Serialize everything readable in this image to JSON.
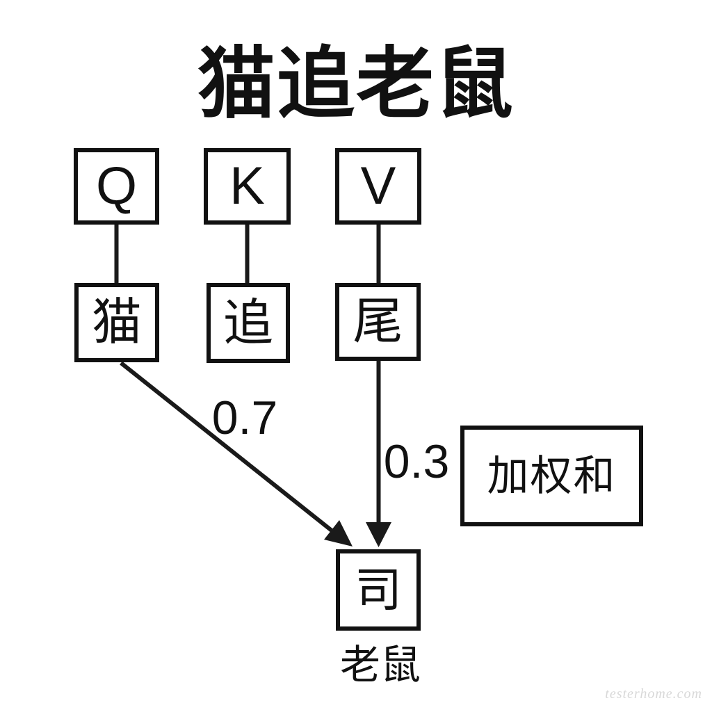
{
  "title": "猫追老鼠",
  "nodes": {
    "q": "Q",
    "k": "K",
    "v": "V",
    "cat": "猫",
    "chase": "追",
    "tail": "尾",
    "output": "司"
  },
  "labels": {
    "weight_q_to_output": "0.7",
    "weight_v_to_output": "0.3",
    "weighted_sum": "加权和",
    "output_caption": "老鼠"
  },
  "edges": [
    {
      "from": "Q",
      "to": "猫",
      "type": "plain"
    },
    {
      "from": "K",
      "to": "追",
      "type": "plain"
    },
    {
      "from": "V",
      "to": "尾",
      "type": "plain"
    },
    {
      "from": "猫",
      "to": "司",
      "type": "arrow",
      "weight": "0.7"
    },
    {
      "from": "尾",
      "to": "司",
      "type": "arrow",
      "weight": "0.3"
    }
  ],
  "watermark": "testerhome.com",
  "colors": {
    "ink": "#111111",
    "background": "#ffffff",
    "watermark": "#d8d8d8"
  }
}
